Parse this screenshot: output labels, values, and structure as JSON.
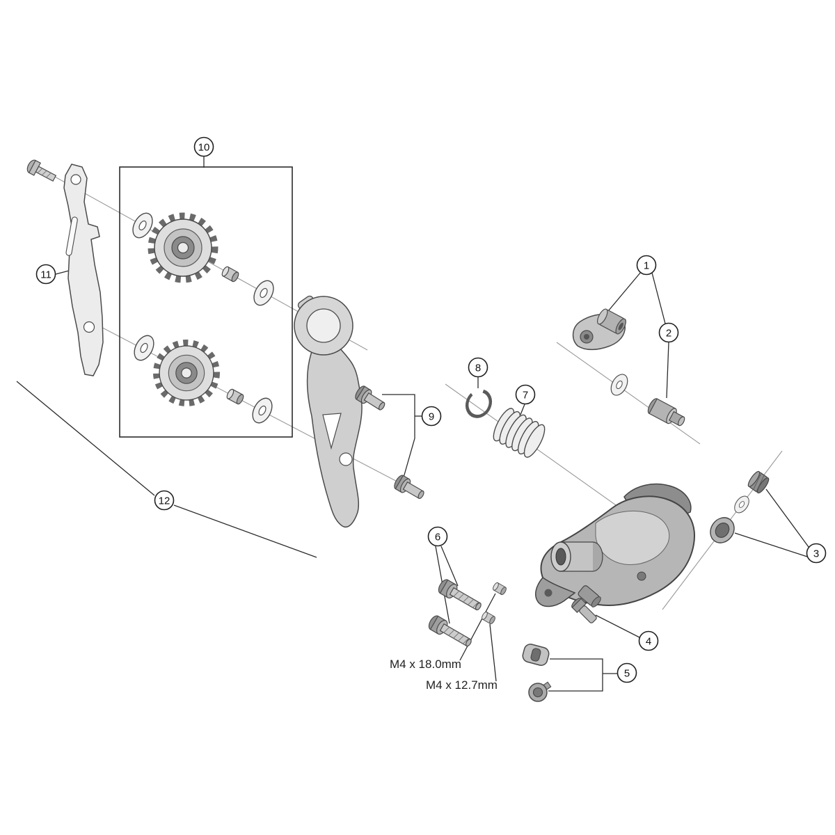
{
  "page": {
    "background": "#ffffff"
  },
  "diagram": {
    "type": "exploded-parts-diagram",
    "callouts": [
      "1",
      "2",
      "3",
      "4",
      "5",
      "6",
      "7",
      "8",
      "9",
      "10",
      "11",
      "12"
    ],
    "labels": [
      "M4 x 18.0mm",
      "M4 x 12.7mm"
    ],
    "colors": {
      "leader_line": "#2b2b2b",
      "axis_line": "#9a9a9a",
      "part_outline": "#4a4a4a",
      "part_light": "#ececec",
      "part_mid": "#c0c0c0",
      "part_dark": "#8d8d8d"
    }
  }
}
